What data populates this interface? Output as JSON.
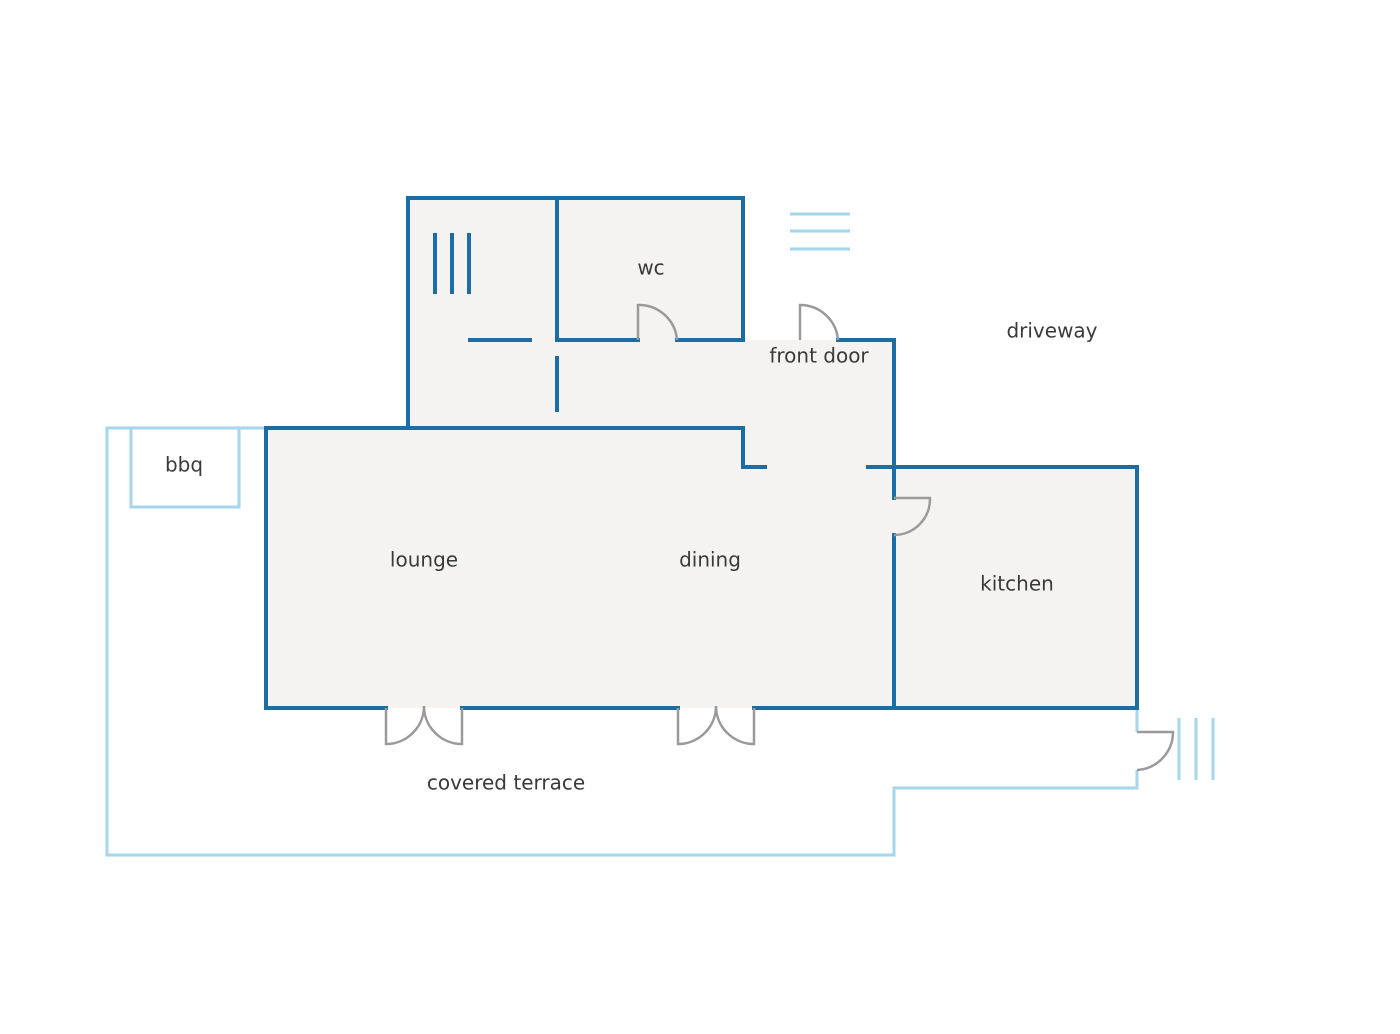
{
  "colors": {
    "wall": "#1b6ea3",
    "exterior": "#a6d6ec",
    "floor": "#f4f3f2",
    "door": "#9a9a9a",
    "text": "#3a3a3a"
  },
  "labels": {
    "wc": "wc",
    "front_door": "front door",
    "driveway": "driveway",
    "bbq": "bbq",
    "lounge": "lounge",
    "dining": "dining",
    "kitchen": "kitchen",
    "covered_terrace": "covered terrace"
  }
}
